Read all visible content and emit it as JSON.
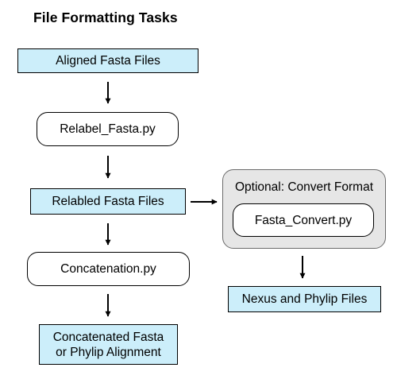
{
  "title": "File Formatting Tasks",
  "nodes": {
    "aligned_fasta": "Aligned Fasta Files",
    "relabel_script": "Relabel_Fasta.py",
    "relabeled_fasta": "Relabled Fasta Files",
    "concatenation_script": "Concatenation.py",
    "concatenated_line1": "Concatenated Fasta",
    "concatenated_line2": "or Phylip Alignment",
    "optional_group_label": "Optional: Convert Format",
    "convert_script": "Fasta_Convert.py",
    "nexus_phylip": "Nexus and Phylip Files"
  },
  "colors": {
    "file_box_fill": "#cceefa",
    "optional_group_fill": "#e6e6e6",
    "optional_group_border": "#6b6b6b",
    "stroke": "#000000"
  }
}
